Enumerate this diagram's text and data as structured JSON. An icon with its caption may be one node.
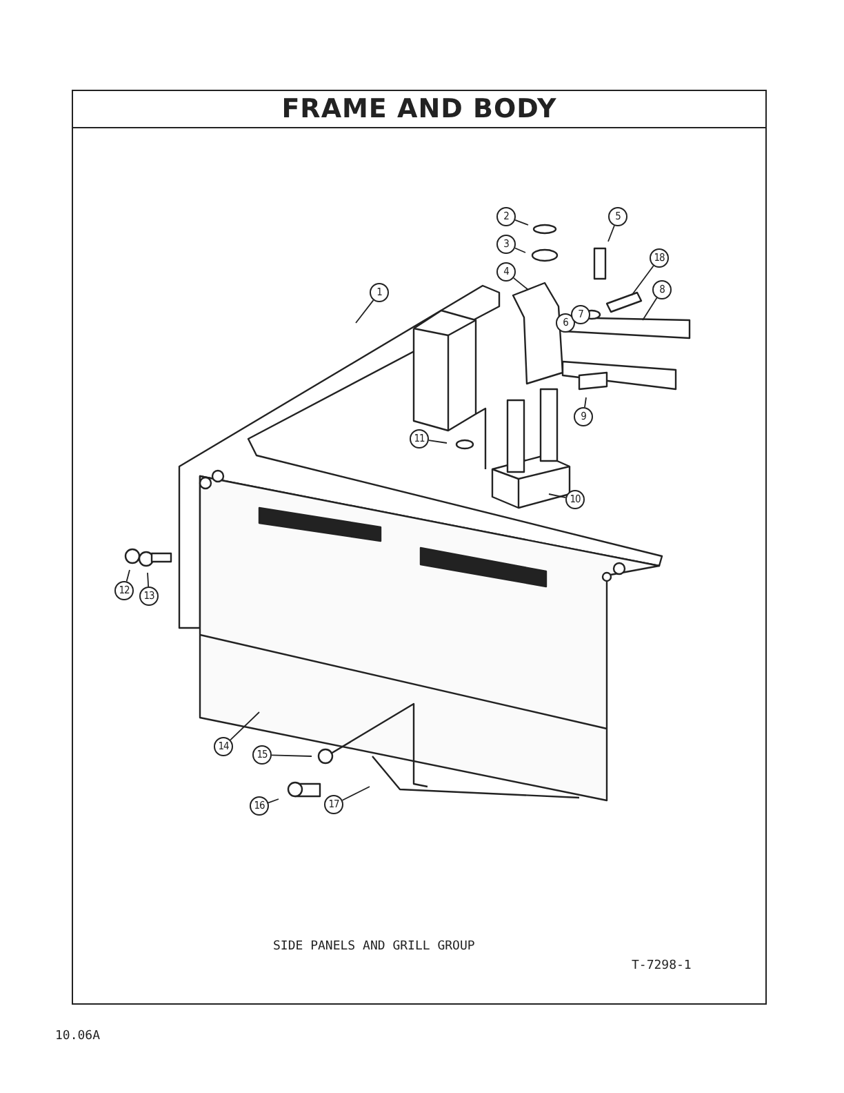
{
  "diagram": {
    "title": "FRAME AND BODY",
    "nodes": [
      {
        "text": [
          "1"
        ]
      },
      {
        "text": [
          "2"
        ]
      },
      {
        "text": [
          "3"
        ]
      },
      {
        "text": [
          "4"
        ]
      },
      {
        "text": [
          "5"
        ]
      },
      {
        "text": [
          "18"
        ]
      },
      {
        "text": [
          "8"
        ]
      },
      {
        "text": [
          "11"
        ]
      },
      {
        "text": [
          "9"
        ]
      },
      {
        "text": [
          "10"
        ]
      },
      {
        "text": [
          "12"
        ]
      },
      {
        "text": [
          "13"
        ]
      },
      {
        "text": [
          "14"
        ]
      },
      {
        "text": [
          "15"
        ]
      },
      {
        "text": [
          "16"
        ]
      },
      {
        "text": [
          "17"
        ]
      },
      {
        "text": [
          "6"
        ]
      },
      {
        "text": [
          "7"
        ]
      }
    ],
    "edges": [
      {
        "from": 0,
        "to": null,
        "arrow": "none"
      },
      {
        "from": 1,
        "to": null,
        "arrow": "none"
      },
      {
        "from": 2,
        "to": null,
        "arrow": "none"
      },
      {
        "from": 3,
        "to": null,
        "arrow": "none"
      },
      {
        "from": 4,
        "to": null,
        "arrow": "none"
      },
      {
        "from": 5,
        "to": null,
        "arrow": "none"
      },
      {
        "from": 6,
        "to": null,
        "arrow": "none"
      },
      {
        "from": 7,
        "to": null,
        "arrow": "none"
      },
      {
        "from": 8,
        "to": null,
        "arrow": "none"
      },
      {
        "from": 9,
        "to": null,
        "arrow": "none"
      },
      {
        "from": 10,
        "to": null,
        "arrow": "none"
      },
      {
        "from": 11,
        "to": null,
        "arrow": "none"
      },
      {
        "from": 12,
        "to": null,
        "arrow": "none"
      },
      {
        "from": 13,
        "to": null,
        "arrow": "none"
      },
      {
        "from": 14,
        "to": null,
        "arrow": "none"
      },
      {
        "from": 15,
        "to": null,
        "arrow": "none"
      }
    ],
    "labels": [
      "SIDE PANELS AND GRILL GROUP",
      "T-7298-1",
      "10.06A"
    ]
  }
}
